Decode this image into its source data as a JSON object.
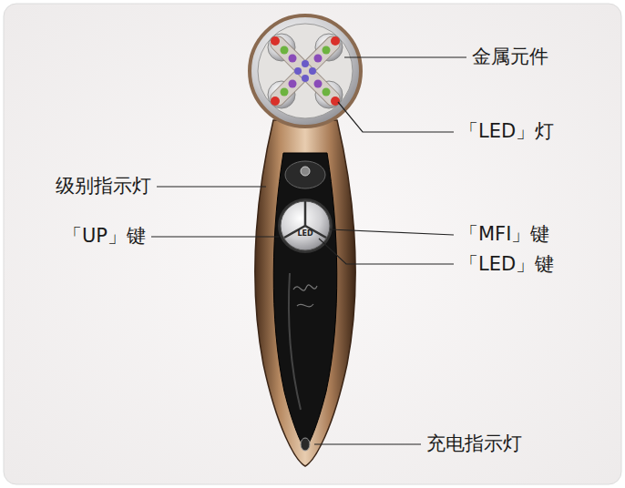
{
  "diagram": {
    "labels": [
      "金属元件",
      "「LED」灯",
      "级别指示灯",
      "「UP」键",
      "「MFI」键",
      "「LED」键",
      "LED",
      "充电指示灯"
    ]
  }
}
